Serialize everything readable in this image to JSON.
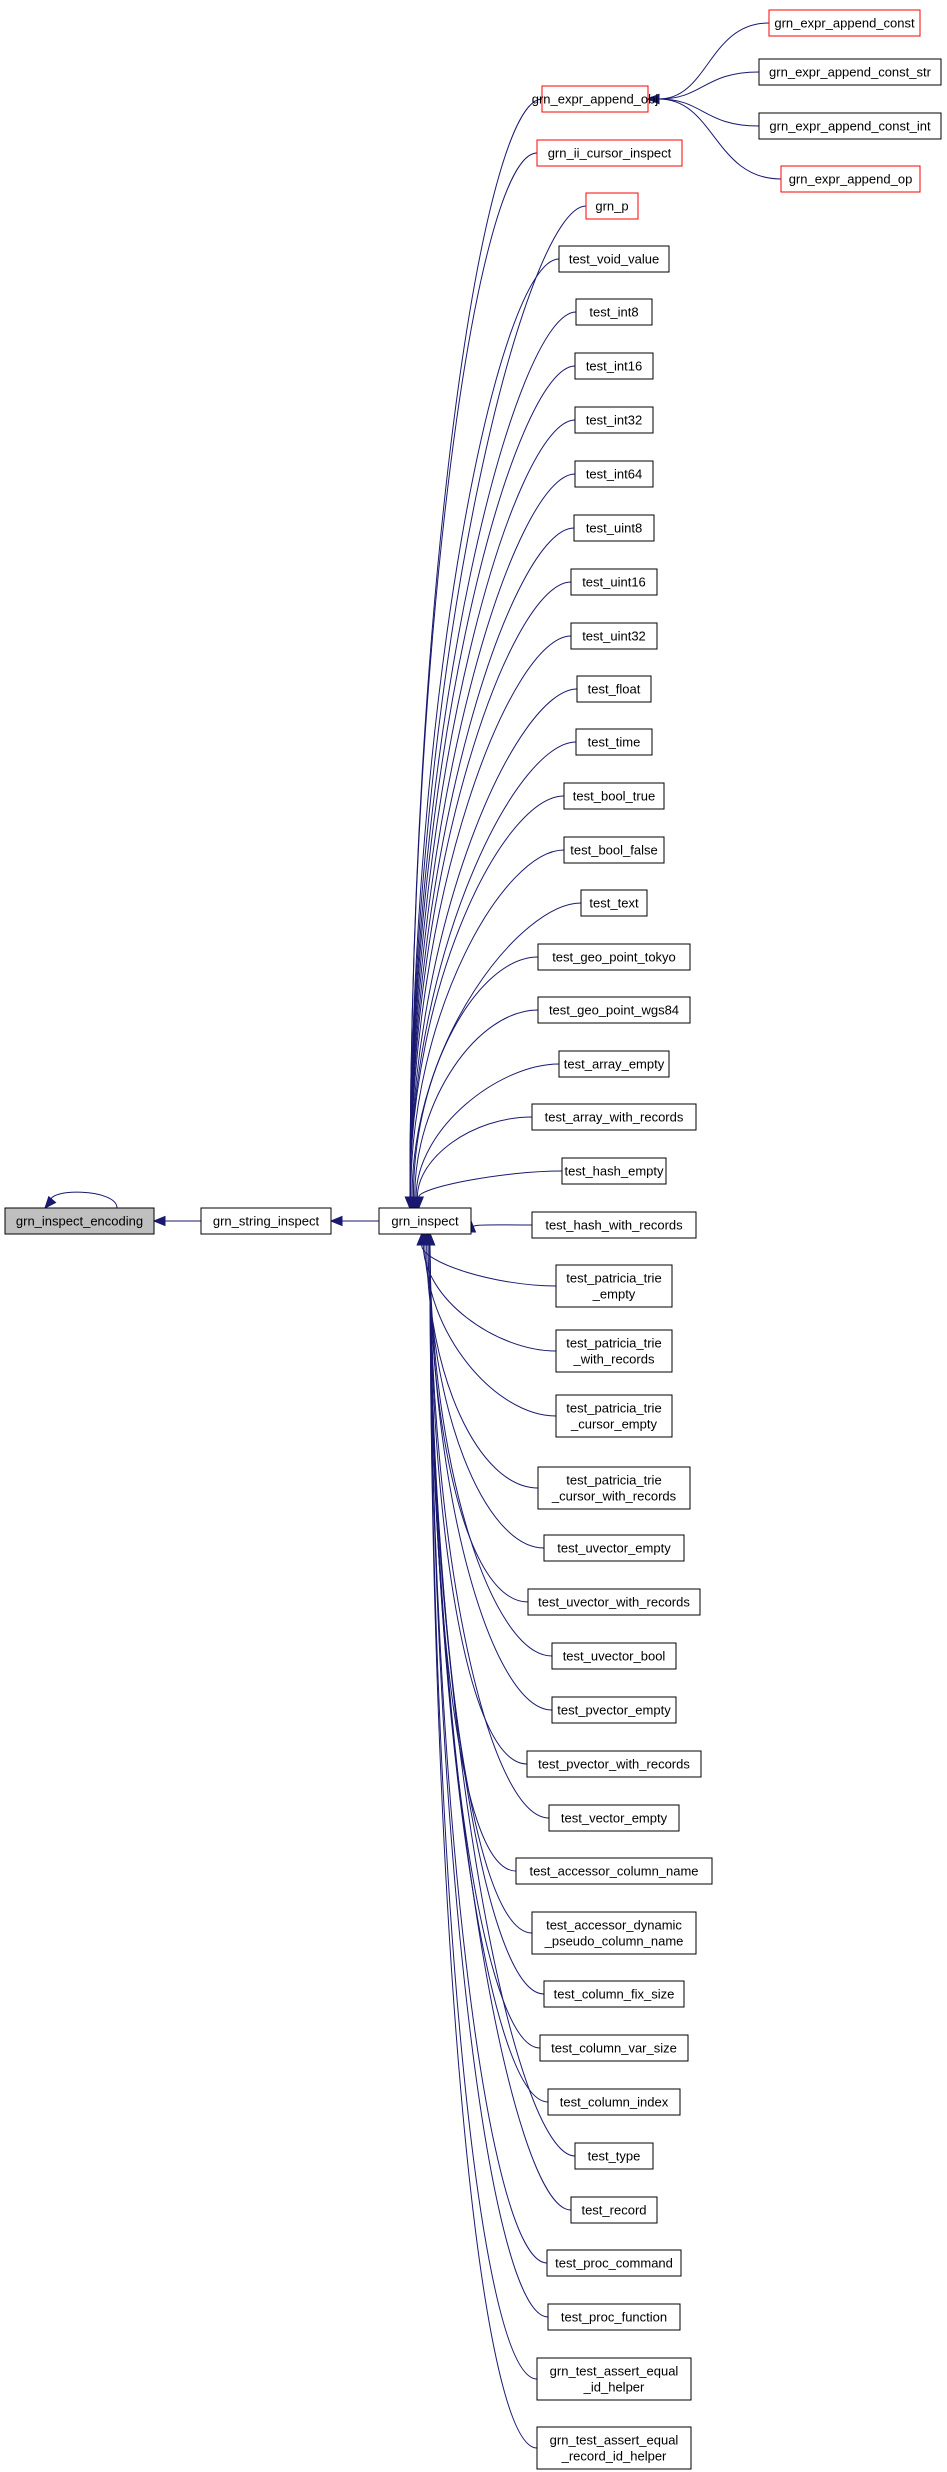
{
  "colors": {
    "edge": "#191970",
    "truncated_border": "#ff0000",
    "root_fill": "#bfbfbf"
  },
  "nodes": [
    {
      "id": "encoding",
      "lines": [
        "grn_inspect_encoding"
      ],
      "style": "root"
    },
    {
      "id": "string_inspect",
      "lines": [
        "grn_string_inspect"
      ]
    },
    {
      "id": "inspect",
      "lines": [
        "grn_inspect"
      ]
    },
    {
      "id": "append_obj",
      "lines": [
        "grn_expr_append_obj"
      ],
      "style": "red"
    },
    {
      "id": "append_const",
      "lines": [
        "grn_expr_append_const"
      ],
      "style": "red"
    },
    {
      "id": "append_const_str",
      "lines": [
        "grn_expr_append_const_str"
      ]
    },
    {
      "id": "append_const_int",
      "lines": [
        "grn_expr_append_const_int"
      ]
    },
    {
      "id": "append_op",
      "lines": [
        "grn_expr_append_op"
      ],
      "style": "red"
    },
    {
      "id": "ii_cursor_inspect",
      "lines": [
        "grn_ii_cursor_inspect"
      ],
      "style": "red"
    },
    {
      "id": "grn_p",
      "lines": [
        "grn_p"
      ],
      "style": "red"
    },
    {
      "id": "c0",
      "lines": [
        "test_void_value"
      ]
    },
    {
      "id": "c1",
      "lines": [
        "test_int8"
      ]
    },
    {
      "id": "c2",
      "lines": [
        "test_int16"
      ]
    },
    {
      "id": "c3",
      "lines": [
        "test_int32"
      ]
    },
    {
      "id": "c4",
      "lines": [
        "test_int64"
      ]
    },
    {
      "id": "c5",
      "lines": [
        "test_uint8"
      ]
    },
    {
      "id": "c6",
      "lines": [
        "test_uint16"
      ]
    },
    {
      "id": "c7",
      "lines": [
        "test_uint32"
      ]
    },
    {
      "id": "c8",
      "lines": [
        "test_float"
      ]
    },
    {
      "id": "c9",
      "lines": [
        "test_time"
      ]
    },
    {
      "id": "c10",
      "lines": [
        "test_bool_true"
      ]
    },
    {
      "id": "c11",
      "lines": [
        "test_bool_false"
      ]
    },
    {
      "id": "c12",
      "lines": [
        "test_text"
      ]
    },
    {
      "id": "c13",
      "lines": [
        "test_geo_point_tokyo"
      ]
    },
    {
      "id": "c14",
      "lines": [
        "test_geo_point_wgs84"
      ]
    },
    {
      "id": "c15",
      "lines": [
        "test_array_empty"
      ]
    },
    {
      "id": "c16",
      "lines": [
        "test_array_with_records"
      ]
    },
    {
      "id": "c17",
      "lines": [
        "test_hash_empty"
      ]
    },
    {
      "id": "c18",
      "lines": [
        "test_hash_with_records"
      ]
    },
    {
      "id": "c19",
      "lines": [
        "test_patricia_trie",
        "_empty"
      ]
    },
    {
      "id": "c20",
      "lines": [
        "test_patricia_trie",
        "_with_records"
      ]
    },
    {
      "id": "c21",
      "lines": [
        "test_patricia_trie",
        "_cursor_empty"
      ]
    },
    {
      "id": "c22",
      "lines": [
        "test_patricia_trie",
        "_cursor_with_records"
      ]
    },
    {
      "id": "c23",
      "lines": [
        "test_uvector_empty"
      ]
    },
    {
      "id": "c24",
      "lines": [
        "test_uvector_with_records"
      ]
    },
    {
      "id": "c25",
      "lines": [
        "test_uvector_bool"
      ]
    },
    {
      "id": "c26",
      "lines": [
        "test_pvector_empty"
      ]
    },
    {
      "id": "c27",
      "lines": [
        "test_pvector_with_records"
      ]
    },
    {
      "id": "c28",
      "lines": [
        "test_vector_empty"
      ]
    },
    {
      "id": "c29",
      "lines": [
        "test_accessor_column_name"
      ]
    },
    {
      "id": "c30",
      "lines": [
        "test_accessor_dynamic",
        "_pseudo_column_name"
      ]
    },
    {
      "id": "c31",
      "lines": [
        "test_column_fix_size"
      ]
    },
    {
      "id": "c32",
      "lines": [
        "test_column_var_size"
      ]
    },
    {
      "id": "c33",
      "lines": [
        "test_column_index"
      ]
    },
    {
      "id": "c34",
      "lines": [
        "test_type"
      ]
    },
    {
      "id": "c35",
      "lines": [
        "test_record"
      ]
    },
    {
      "id": "c36",
      "lines": [
        "test_proc_command"
      ]
    },
    {
      "id": "c37",
      "lines": [
        "test_proc_function"
      ]
    },
    {
      "id": "c38",
      "lines": [
        "grn_test_assert_equal",
        "_id_helper"
      ]
    },
    {
      "id": "c39",
      "lines": [
        "grn_test_assert_equal",
        "_record_id_helper"
      ]
    }
  ],
  "edges": [
    [
      "encoding",
      "encoding"
    ],
    [
      "string_inspect",
      "encoding"
    ],
    [
      "inspect",
      "string_inspect"
    ],
    [
      "append_obj",
      "inspect"
    ],
    [
      "append_const",
      "append_obj"
    ],
    [
      "append_const_str",
      "append_obj"
    ],
    [
      "append_const_int",
      "append_obj"
    ],
    [
      "append_op",
      "append_obj"
    ],
    [
      "ii_cursor_inspect",
      "inspect"
    ],
    [
      "grn_p",
      "inspect"
    ],
    [
      "c0",
      "inspect"
    ],
    [
      "c1",
      "inspect"
    ],
    [
      "c2",
      "inspect"
    ],
    [
      "c3",
      "inspect"
    ],
    [
      "c4",
      "inspect"
    ],
    [
      "c5",
      "inspect"
    ],
    [
      "c6",
      "inspect"
    ],
    [
      "c7",
      "inspect"
    ],
    [
      "c8",
      "inspect"
    ],
    [
      "c9",
      "inspect"
    ],
    [
      "c10",
      "inspect"
    ],
    [
      "c11",
      "inspect"
    ],
    [
      "c12",
      "inspect"
    ],
    [
      "c13",
      "inspect"
    ],
    [
      "c14",
      "inspect"
    ],
    [
      "c15",
      "inspect"
    ],
    [
      "c16",
      "inspect"
    ],
    [
      "c17",
      "inspect"
    ],
    [
      "c18",
      "inspect"
    ],
    [
      "c19",
      "inspect"
    ],
    [
      "c20",
      "inspect"
    ],
    [
      "c21",
      "inspect"
    ],
    [
      "c22",
      "inspect"
    ],
    [
      "c23",
      "inspect"
    ],
    [
      "c24",
      "inspect"
    ],
    [
      "c25",
      "inspect"
    ],
    [
      "c26",
      "inspect"
    ],
    [
      "c27",
      "inspect"
    ],
    [
      "c28",
      "inspect"
    ],
    [
      "c29",
      "inspect"
    ],
    [
      "c30",
      "inspect"
    ],
    [
      "c31",
      "inspect"
    ],
    [
      "c32",
      "inspect"
    ],
    [
      "c33",
      "inspect"
    ],
    [
      "c34",
      "inspect"
    ],
    [
      "c35",
      "inspect"
    ],
    [
      "c36",
      "inspect"
    ],
    [
      "c37",
      "inspect"
    ],
    [
      "c38",
      "inspect"
    ],
    [
      "c39",
      "inspect"
    ]
  ]
}
